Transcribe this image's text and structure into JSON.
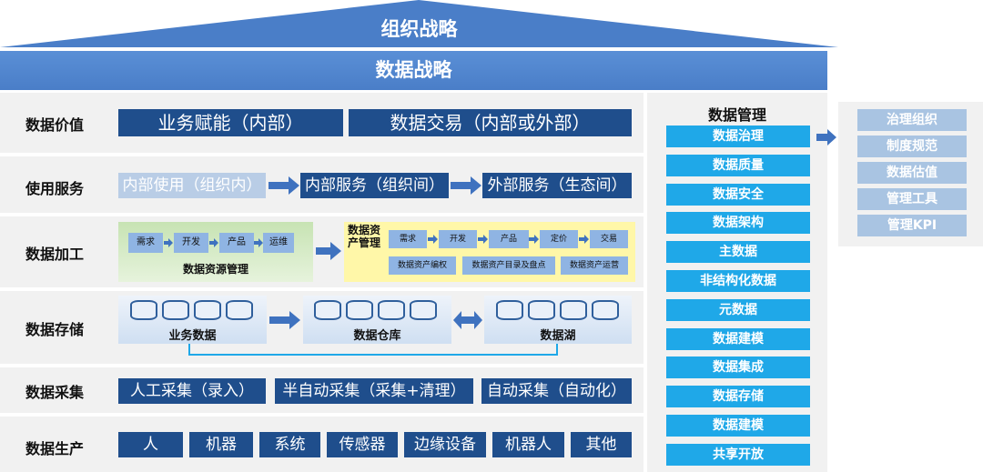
{
  "top": {
    "org_strategy": "组织战略",
    "data_strategy": "数据战略"
  },
  "rows": {
    "value": {
      "label": "数据价值",
      "items": [
        "业务赋能（内部）",
        "数据交易（内部或外部）"
      ]
    },
    "service": {
      "label": "使用服务",
      "items": [
        "内部使用（组织内）",
        "内部服务（组织间）",
        "外部服务（生态间）"
      ]
    },
    "processing": {
      "label": "数据加工",
      "resource_mgmt": {
        "steps": [
          "需求",
          "开发",
          "产品",
          "运维"
        ],
        "caption": "数据资源管理"
      },
      "asset_mgmt": {
        "title": "数据资产管理",
        "steps": [
          "需求",
          "开发",
          "产品",
          "定价",
          "交易"
        ],
        "subs": [
          "数据资产编权",
          "数据资产目录及盘点",
          "数据资产运营"
        ]
      }
    },
    "storage": {
      "label": "数据存储",
      "items": [
        "业务数据",
        "数据仓库",
        "数据湖"
      ]
    },
    "collection": {
      "label": "数据采集",
      "items": [
        "人工采集（录入）",
        "半自动采集（采集+清理）",
        "自动采集（自动化）"
      ]
    },
    "production": {
      "label": "数据生产",
      "items": [
        "人",
        "机器",
        "系统",
        "传感器",
        "边缘设备",
        "机器人",
        "其他"
      ]
    }
  },
  "management": {
    "title": "数据管理",
    "items": [
      "数据治理",
      "数据质量",
      "数据安全",
      "数据架构",
      "主数据",
      "非结构化数据",
      "元数据",
      "数据建模",
      "数据集成",
      "数据存储",
      "数据建模",
      "共享开放"
    ]
  },
  "governance": {
    "items": [
      "治理组织",
      "制度规范",
      "数据估值",
      "管理工具",
      "管理KPI"
    ]
  },
  "colors": {
    "navy": "#1f4e8c",
    "cyan": "#1fa8e8",
    "band": "#4a7ec8",
    "yellow": "#fff7a8",
    "green": "#d7ecc7"
  }
}
